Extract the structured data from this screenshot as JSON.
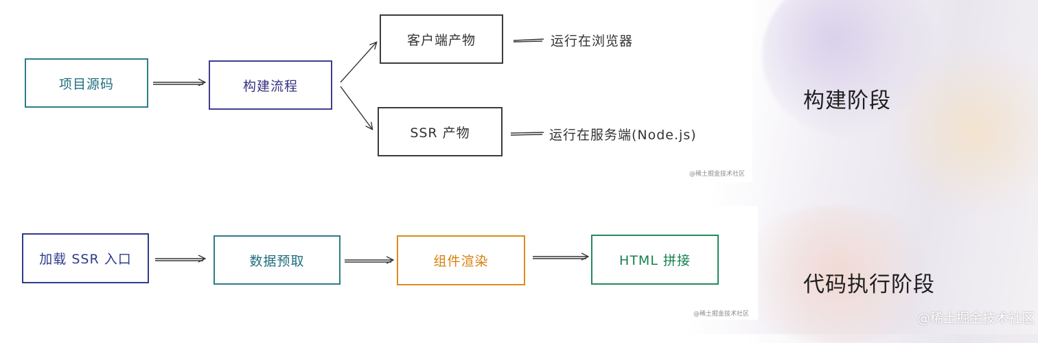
{
  "diagram": {
    "build_flow": {
      "source": "项目源码",
      "build": "构建流程",
      "client_artifact": "客户端产物",
      "ssr_artifact": "SSR 产物",
      "client_note": "运行在浏览器",
      "ssr_note": "运行在服务端(Node.js)"
    },
    "exec_flow": {
      "load_entry": "加载 SSR 入口",
      "data_prefetch": "数据预取",
      "component_render": "组件渲染",
      "html_concat": "HTML 拼接"
    },
    "stages": {
      "build_stage": "构建阶段",
      "exec_stage": "代码执行阶段"
    },
    "watermarks": {
      "panel_top": "@稀土掘金技术社区",
      "panel_bottom": "@稀土掘金技术社区",
      "page": "@稀土掘金技术社区"
    },
    "colors": {
      "teal": "#2a7c8a",
      "indigo": "#3f3c8f",
      "dark": "#3a3a3a",
      "orange": "#de8a17",
      "green": "#1f8a5a"
    }
  }
}
